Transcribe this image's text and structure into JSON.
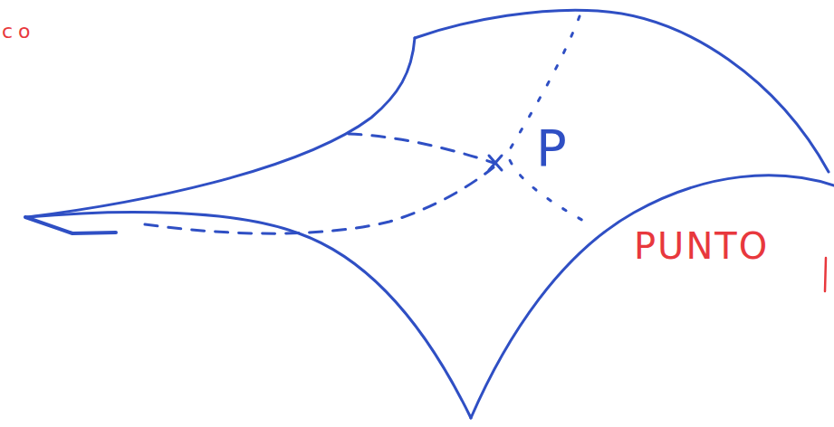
{
  "diagram": {
    "labels": [
      "co",
      "P",
      "PUNTO"
    ]
  }
}
